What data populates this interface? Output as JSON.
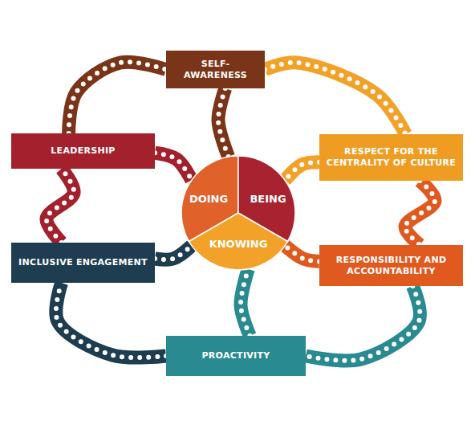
{
  "diagram": {
    "nodes": [
      {
        "text": [
          "SELF-AWARENESS"
        ]
      },
      {
        "text": [
          "LEADERSHIP"
        ]
      },
      {
        "text": [
          "RESPECT FOR THE CENTRALITY OF CULTURE"
        ]
      },
      {
        "text": [
          "DOING",
          "BEING",
          "KNOWING"
        ]
      },
      {
        "text": [
          "INCLUSIVE ENGAGEMENT"
        ]
      },
      {
        "text": [
          "RESPONSIBILITY AND ACCOUNTABILITY"
        ]
      },
      {
        "text": [
          "PROACTIVITY"
        ]
      }
    ],
    "edges": [
      {
        "from": 0,
        "to": 2,
        "arrow": "none"
      },
      {
        "from": 2,
        "to": 5,
        "arrow": "none"
      },
      {
        "from": 5,
        "to": 6,
        "arrow": "none"
      },
      {
        "from": 6,
        "to": 4,
        "arrow": "none"
      },
      {
        "from": 4,
        "to": 1,
        "arrow": "none"
      },
      {
        "from": 1,
        "to": 0,
        "arrow": "none"
      },
      {
        "from": 0,
        "to": 3,
        "arrow": "none"
      },
      {
        "from": 1,
        "to": 3,
        "arrow": "none"
      },
      {
        "from": 2,
        "to": 3,
        "arrow": "none"
      },
      {
        "from": 4,
        "to": 3,
        "arrow": "none"
      },
      {
        "from": 5,
        "to": 3,
        "arrow": "none"
      },
      {
        "from": 6,
        "to": 3,
        "arrow": "none"
      }
    ]
  }
}
